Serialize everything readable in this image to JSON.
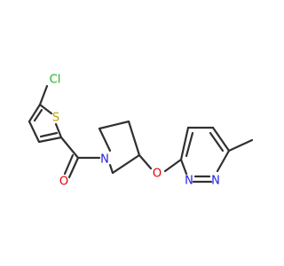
{
  "molecule": {
    "atoms": {
      "cl": {
        "symbol": "Cl",
        "color": "#1fb31f"
      },
      "s": {
        "symbol": "S",
        "color": "#b8a200"
      },
      "o_carbonyl": {
        "symbol": "O",
        "color": "#e00000"
      },
      "n_pyrrolidine": {
        "symbol": "N",
        "color": "#1f1fe0"
      },
      "o_ether": {
        "symbol": "O",
        "color": "#e00000"
      },
      "n_pyridazine_1": {
        "symbol": "N",
        "color": "#1f1fe0"
      },
      "n_pyridazine_2": {
        "symbol": "N",
        "color": "#1f1fe0"
      }
    },
    "bond_color": "#303030"
  }
}
